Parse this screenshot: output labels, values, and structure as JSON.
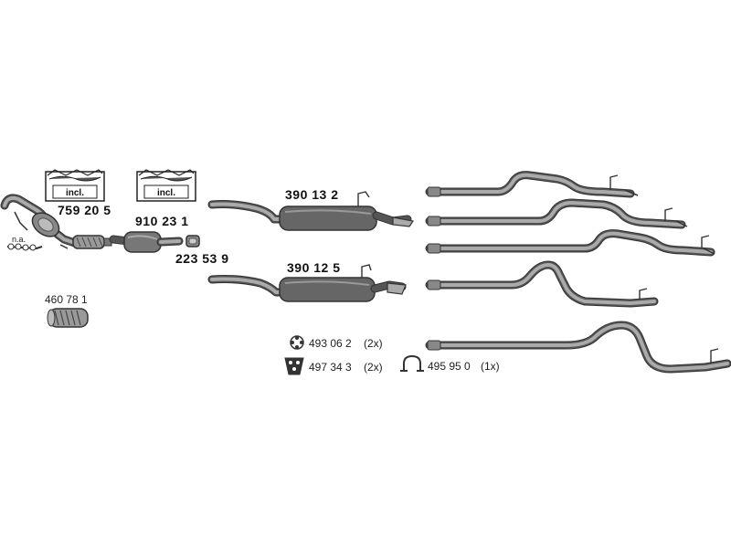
{
  "parts": {
    "kit_a": {
      "number": "759 20 5",
      "incl": "incl."
    },
    "kit_b": {
      "number": "910 23 1",
      "incl": "incl."
    },
    "gasket": {
      "number": "223 53 9"
    },
    "flex_pipe": {
      "number": "460 78 1"
    },
    "rear_silencer_1": {
      "number": "390 13 2"
    },
    "rear_silencer_2": {
      "number": "390 12 5"
    },
    "na_label": "n.a."
  },
  "accessories": [
    {
      "number": "493 06 2",
      "qty": "(2x)",
      "icon": "rubber-ring-icon"
    },
    {
      "number": "497 34 3",
      "qty": "(2x)",
      "icon": "rubber-mount-icon"
    },
    {
      "number": "495 95 0",
      "qty": "(1x)",
      "icon": "clamp-icon"
    }
  ],
  "colors": {
    "pipe": "#555555",
    "pipe_highlight": "#aaaaaa",
    "outline": "#333333"
  }
}
